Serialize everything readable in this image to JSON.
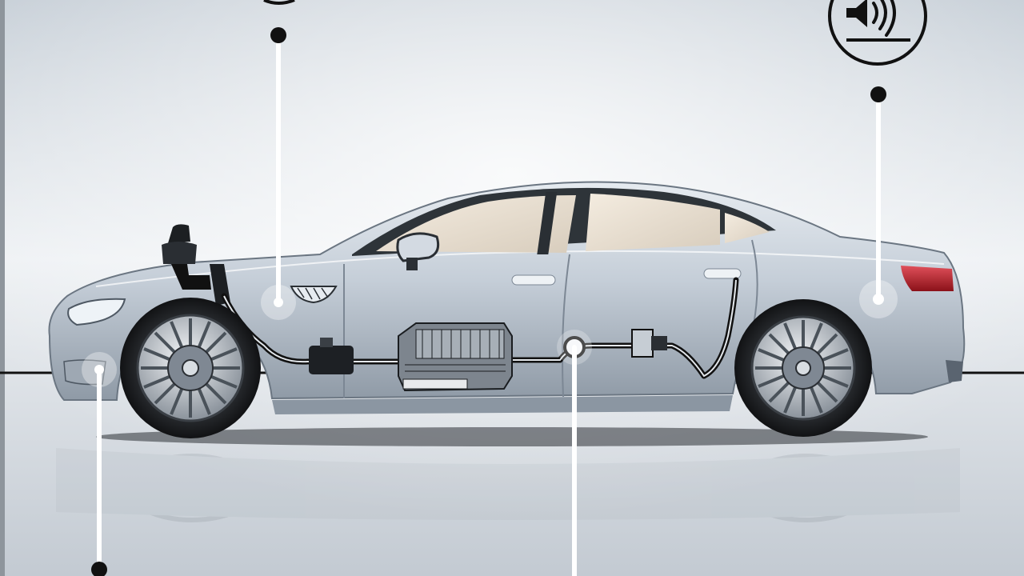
{
  "diagram": {
    "background_colors": [
      "#e9edf1",
      "#c5ccd4"
    ],
    "body_color": "#c3ccd6",
    "callout_line_color": "#ffffff",
    "callout_dot_color": "#111111",
    "taillight_color": "#b3202a",
    "exhaust_path_color": "#111111"
  },
  "callouts": [
    {
      "id": "top-left",
      "icon": "cropped-circle-icon",
      "meaning": "unlabeled"
    },
    {
      "id": "top-right",
      "icon": "speaker-sound-icon",
      "meaning": "sound"
    },
    {
      "id": "bottom-left",
      "icon": "none",
      "meaning": "unlabeled"
    },
    {
      "id": "bottom-center",
      "icon": "none",
      "meaning": "unlabeled"
    }
  ]
}
